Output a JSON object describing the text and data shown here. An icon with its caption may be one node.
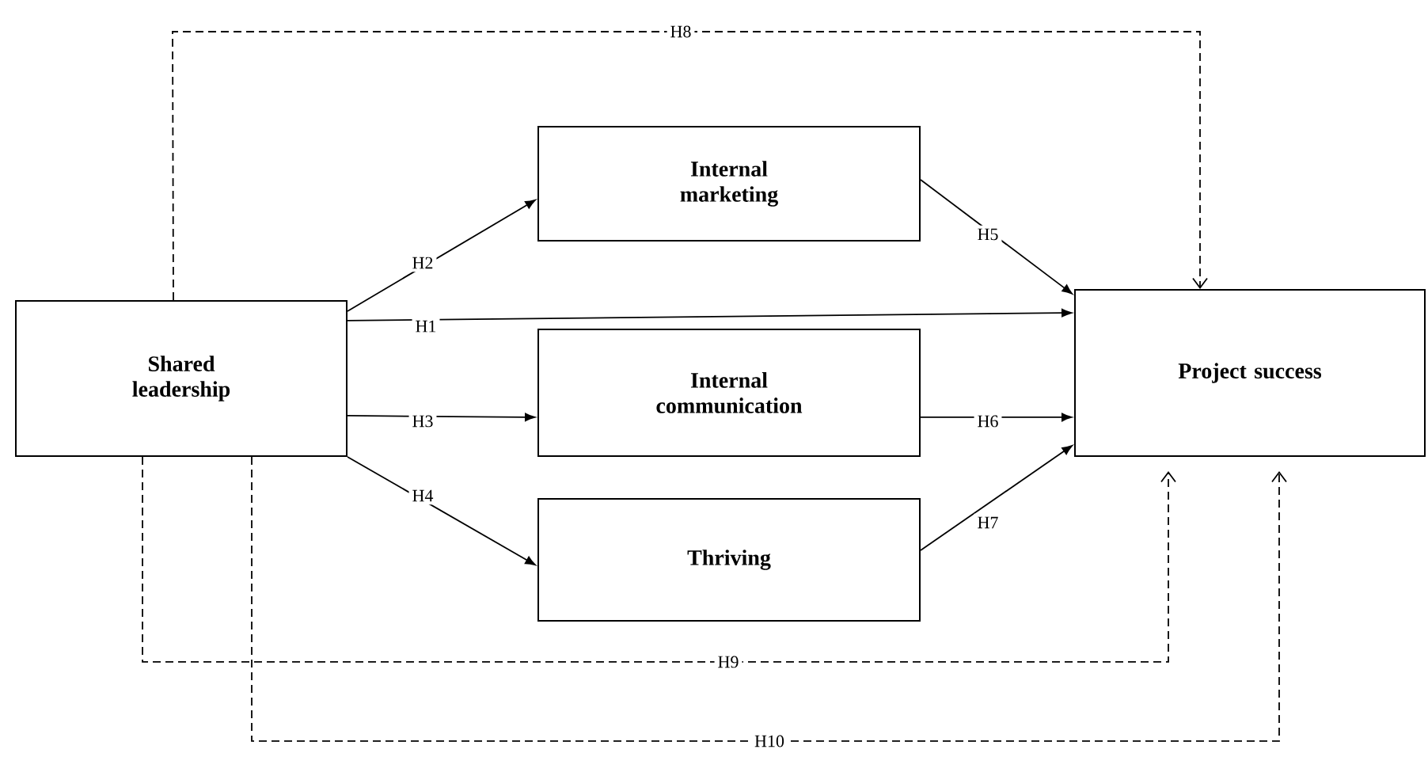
{
  "diagram": {
    "nodes": [
      {
        "text": [
          "Shared leadership"
        ]
      },
      {
        "text": [
          "Internal marketing"
        ]
      },
      {
        "text": [
          "Internal communication"
        ]
      },
      {
        "text": [
          "Thriving"
        ]
      },
      {
        "text": [
          "Project success"
        ]
      }
    ],
    "edges": [
      {
        "from": 0,
        "to": 4,
        "arrow": "to",
        "label": "H1"
      },
      {
        "from": 0,
        "to": 1,
        "arrow": "to",
        "label": "H2"
      },
      {
        "from": 0,
        "to": 2,
        "arrow": "to",
        "label": "H3"
      },
      {
        "from": 0,
        "to": 3,
        "arrow": "to",
        "label": "H4"
      },
      {
        "from": 1,
        "to": 4,
        "arrow": "to",
        "label": "H5"
      },
      {
        "from": 2,
        "to": 4,
        "arrow": "to",
        "label": "H6"
      },
      {
        "from": 3,
        "to": 4,
        "arrow": "to",
        "label": "H7"
      },
      {
        "from": 0,
        "to": 4,
        "arrow": "to",
        "label": "H8",
        "style": "dashed"
      },
      {
        "from": 0,
        "to": 4,
        "arrow": "to",
        "label": "H9",
        "style": "dashed"
      },
      {
        "from": 0,
        "to": 4,
        "arrow": "to",
        "label": "H10",
        "style": "dashed"
      }
    ]
  }
}
